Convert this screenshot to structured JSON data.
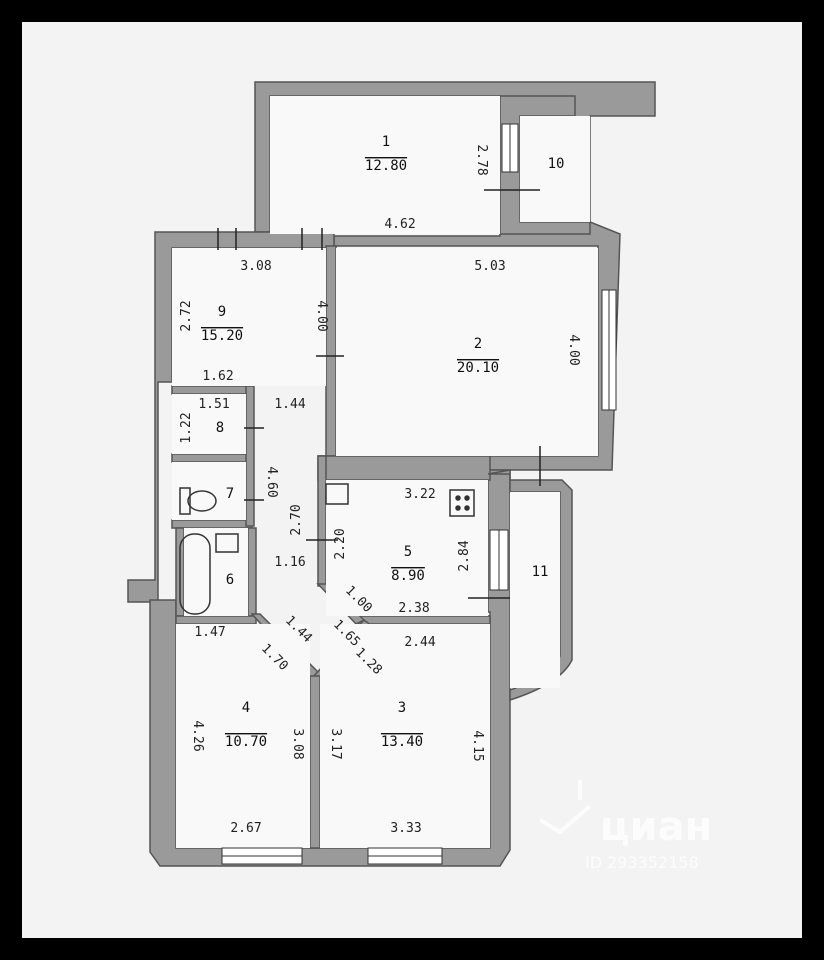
{
  "rooms": [
    {
      "id": "1",
      "number": "1",
      "area": "12.80"
    },
    {
      "id": "2",
      "number": "2",
      "area": "20.10"
    },
    {
      "id": "3",
      "number": "3",
      "area": "13.40"
    },
    {
      "id": "4",
      "number": "4",
      "area": "10.70"
    },
    {
      "id": "5",
      "number": "5",
      "area": "8.90"
    },
    {
      "id": "6",
      "number": "6",
      "area": ""
    },
    {
      "id": "7",
      "number": "7",
      "area": ""
    },
    {
      "id": "8",
      "number": "8",
      "area": ""
    },
    {
      "id": "9",
      "number": "9",
      "area": "15.20"
    },
    {
      "id": "10",
      "number": "10",
      "area": ""
    },
    {
      "id": "11",
      "number": "11",
      "area": ""
    }
  ],
  "dimensions": [
    "4.62",
    "2.78",
    "3.08",
    "5.03",
    "2.72",
    "4.00",
    "4.00",
    "1.62",
    "1.51",
    "1.44",
    "1.22",
    "4.60",
    "3.22",
    "2.70",
    "2.20",
    "2.84",
    "1.16",
    "1.00",
    "2.38",
    "1.47",
    "1.44",
    "1.65",
    "2.44",
    "1.70",
    "1.28",
    "4.26",
    "3.08",
    "3.17",
    "4.15",
    "2.67",
    "3.33"
  ],
  "watermark": {
    "brand": "циан",
    "id": "ID 293352158"
  }
}
